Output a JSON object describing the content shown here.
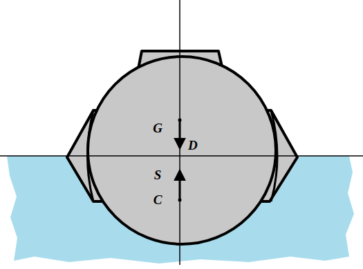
{
  "diagram": {
    "labels": [
      "G",
      "D",
      "S",
      "C"
    ]
  }
}
